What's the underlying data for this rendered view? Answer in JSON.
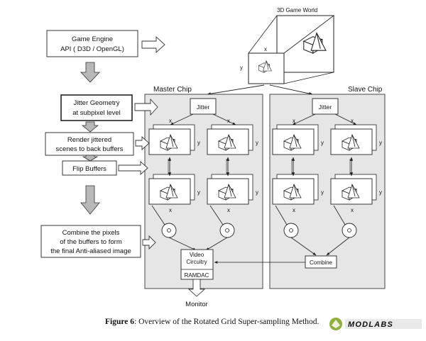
{
  "scene": {
    "world_label": "3D Game World",
    "axis_x": "x",
    "axis_y": "y"
  },
  "steps": [
    {
      "lines": [
        "Game Engine",
        "API  ( D3D / OpenGL)"
      ]
    },
    {
      "lines": [
        "Jitter Geometry",
        "at subpixel level"
      ]
    },
    {
      "lines": [
        "Render jittered",
        "scenes to back buffers"
      ]
    },
    {
      "lines": [
        "Flip Buffers"
      ]
    },
    {
      "lines": [
        "Combine the pixels",
        "of the buffers to form",
        "the final Anti-aliased image"
      ]
    }
  ],
  "chips": {
    "master": "Master Chip",
    "slave": "Slave Chip"
  },
  "jitter_label": "Jitter",
  "video": {
    "line1": "Video",
    "line2": "Circuitry",
    "ramdac": "RAMDAC"
  },
  "combine_label": "Combine",
  "monitor_label": "Monitor",
  "caption": {
    "prefix": "Figure 6",
    "text": ": Overview of the Rotated Grid Super-sampling Method."
  },
  "logo_text": "MODLABS",
  "colors": {
    "chip_fill": "#e6e6e6",
    "arrow_fill": "#b8b8b8",
    "line": "#222222"
  }
}
